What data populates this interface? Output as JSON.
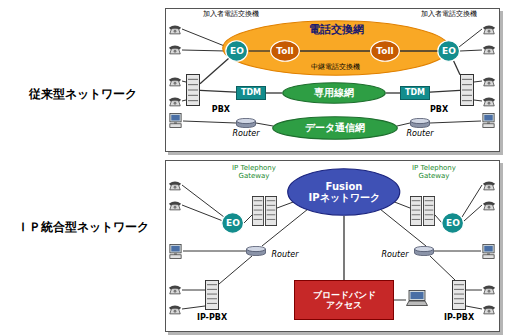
{
  "diagram": {
    "nodes": [
      {
        "text": [
          "従来型ネットワーク"
        ]
      },
      {
        "text": [
          "電話交換網"
        ],
        "in": 0
      },
      {
        "text": [
          "EO"
        ],
        "in": 0
      },
      {
        "text": [
          "Toll"
        ],
        "in": 1
      },
      {
        "text": [
          "Toll"
        ],
        "in": 1
      },
      {
        "text": [
          "EO"
        ],
        "in": 0
      },
      {
        "text": [
          "PBX"
        ],
        "in": 0
      },
      {
        "text": [
          "TDM"
        ],
        "in": 0
      },
      {
        "text": [
          "専用線網"
        ],
        "in": 0
      },
      {
        "text": [
          "TDM"
        ],
        "in": 0
      },
      {
        "text": [
          "PBX"
        ],
        "in": 0
      },
      {
        "text": [
          "データ通信網"
        ],
        "in": 0
      },
      {
        "text": [
          "ＩＰ統合型ネットワーク"
        ]
      },
      {
        "text": [
          "Fusion IPネットワーク"
        ],
        "in": 12
      },
      {
        "text": [
          "EO"
        ],
        "in": 12
      },
      {
        "text": [
          "EO"
        ],
        "in": 12
      },
      {
        "text": [
          "ブロードバンド アクセス"
        ],
        "in": 12
      }
    ],
    "edges": [
      {
        "from": 2,
        "to": 3,
        "arrow": "none"
      },
      {
        "from": 3,
        "to": 4,
        "arrow": "none"
      },
      {
        "from": 4,
        "to": 5,
        "arrow": "none"
      },
      {
        "from": 6,
        "to": 2,
        "arrow": "none"
      },
      {
        "from": 10,
        "to": 5,
        "arrow": "none"
      },
      {
        "from": 6,
        "to": 7,
        "arrow": "none"
      },
      {
        "from": 7,
        "to": 8,
        "arrow": "none"
      },
      {
        "from": 8,
        "to": 9,
        "arrow": "none"
      },
      {
        "from": 9,
        "to": 10,
        "arrow": "none"
      },
      {
        "from": 13,
        "to": 16,
        "arrow": "none"
      }
    ],
    "labels": [
      "加入者電話交換機",
      "加入者電話交換機",
      "中継電話交換機",
      "Router",
      "Router",
      "IP Telephony Gateway",
      "IP Telephony Gateway",
      "Router",
      "Router",
      "IP-PBX",
      "IP-PBX"
    ]
  }
}
